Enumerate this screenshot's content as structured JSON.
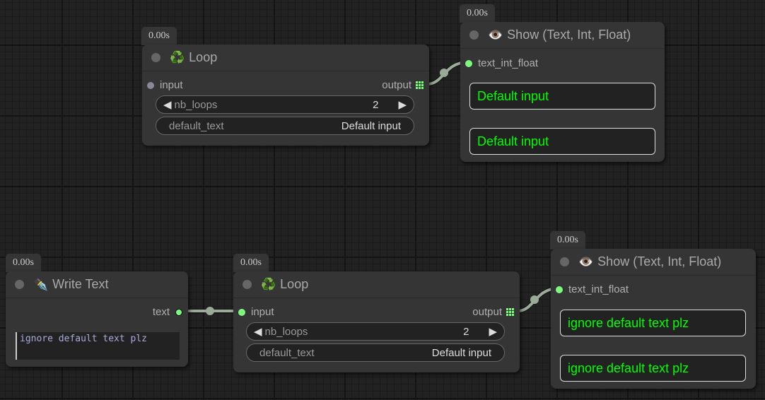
{
  "badges": {
    "loop1": "0.00s",
    "show1": "0.00s",
    "write": "0.00s",
    "loop2": "0.00s",
    "show2": "0.00s"
  },
  "loop1": {
    "title": "Loop",
    "icon": "recycle-icon",
    "input": "input",
    "output": "output",
    "nb_loops_label": "nb_loops",
    "nb_loops_value": "2",
    "default_text_label": "default_text",
    "default_text_value": "Default input"
  },
  "show1": {
    "title": "Show (Text, Int, Float)",
    "icon": "eye-icon",
    "input": "text_int_float",
    "values": [
      "Default input",
      "Default input"
    ]
  },
  "write": {
    "title": "Write Text",
    "icon": "pen-icon",
    "output": "text",
    "text": "ignore default text plz"
  },
  "loop2": {
    "title": "Loop",
    "icon": "recycle-icon",
    "input": "input",
    "output": "output",
    "nb_loops_label": "nb_loops",
    "nb_loops_value": "2",
    "default_text_label": "default_text",
    "default_text_value": "Default input"
  },
  "show2": {
    "title": "Show (Text, Int, Float)",
    "icon": "eye-icon",
    "input": "text_int_float",
    "values": [
      "ignore default text plz",
      "ignore default text plz"
    ]
  },
  "colors": {
    "link": "#9aab98",
    "slot_green": "#7cfc7c",
    "text_green": "#00ff00"
  }
}
